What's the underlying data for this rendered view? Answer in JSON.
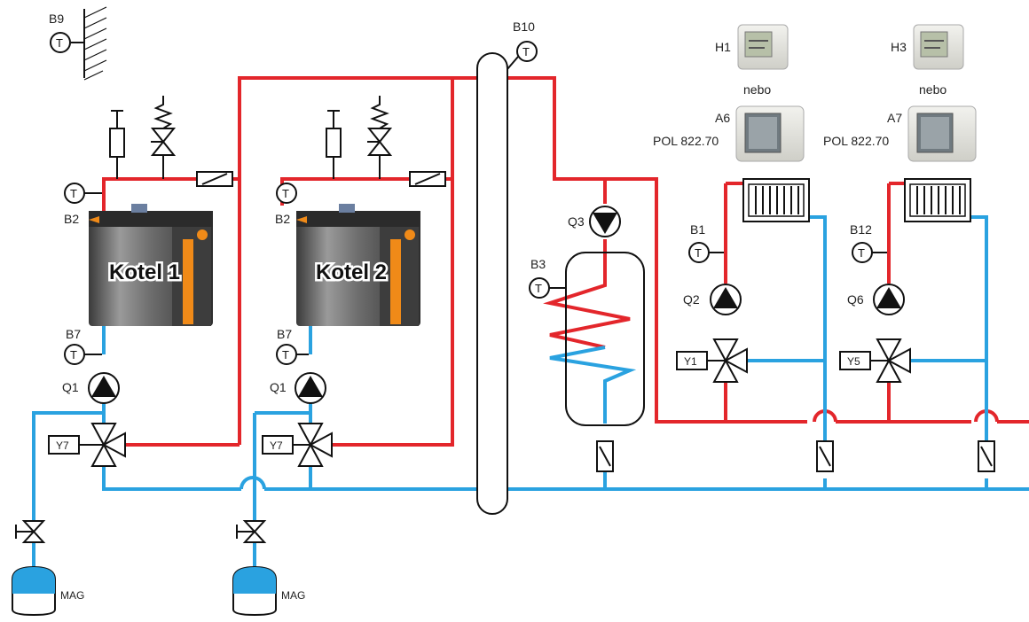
{
  "colors": {
    "supply": "#e3262b",
    "return": "#2aa2e0",
    "tank": "#2aa2e0"
  },
  "boilers": {
    "b1": "Kotel 1",
    "b2": "Kotel 2"
  },
  "sensors": {
    "b9": "B9",
    "b10": "B10",
    "b2a": "B2",
    "b2b": "B2",
    "b7a": "B7",
    "b7b": "B7",
    "b3": "B3",
    "b1": "B1",
    "b12": "B12"
  },
  "pumps": {
    "q1a": "Q1",
    "q1b": "Q1",
    "q3": "Q3",
    "q2": "Q2",
    "q6": "Q6"
  },
  "valves": {
    "y7a": "Y7",
    "y7b": "Y7",
    "y1": "Y1",
    "y5": "Y5"
  },
  "controls": {
    "h1": "H1",
    "h3": "H3",
    "or1": "nebo",
    "or2": "nebo",
    "a6": "A6",
    "a7": "A7",
    "pol1": "POL 822.70",
    "pol2": "POL 822.70"
  },
  "tanks": {
    "mag1": "MAG",
    "mag2": "MAG"
  },
  "temp_symbol": "T"
}
